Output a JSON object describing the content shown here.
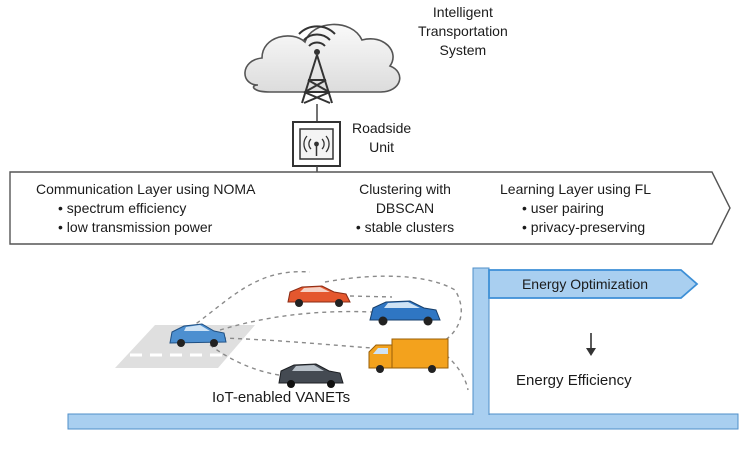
{
  "cloud": {
    "label_lines": [
      "Intelligent",
      "Transportation",
      "System"
    ]
  },
  "rsu": {
    "label_lines": [
      "Roadside",
      "Unit"
    ]
  },
  "layers": {
    "communication": {
      "title": "Communication Layer using NOMA",
      "bullets": [
        "• spectrum efficiency",
        "• low transmission power"
      ]
    },
    "clustering": {
      "title_lines": [
        "Clustering with",
        "DBSCAN"
      ],
      "bullets": [
        "• stable clusters"
      ]
    },
    "learning": {
      "title": "Learning Layer using FL",
      "bullets": [
        "• user pairing",
        "• privacy-preserving"
      ]
    }
  },
  "vanet": {
    "label": "IoT-enabled VANETs"
  },
  "energy": {
    "optimization_label": "Energy Optimization",
    "efficiency_label": "Energy Efficiency"
  },
  "colors": {
    "accent_blue": "#a9cff0",
    "accent_blue_dark": "#3d8fd6",
    "car_red": "#e4572e",
    "car_blue": "#2f76c3",
    "car_gray": "#444a52",
    "truck_orange": "#f3a21d",
    "cloud_fill": "#f0f0f0"
  }
}
